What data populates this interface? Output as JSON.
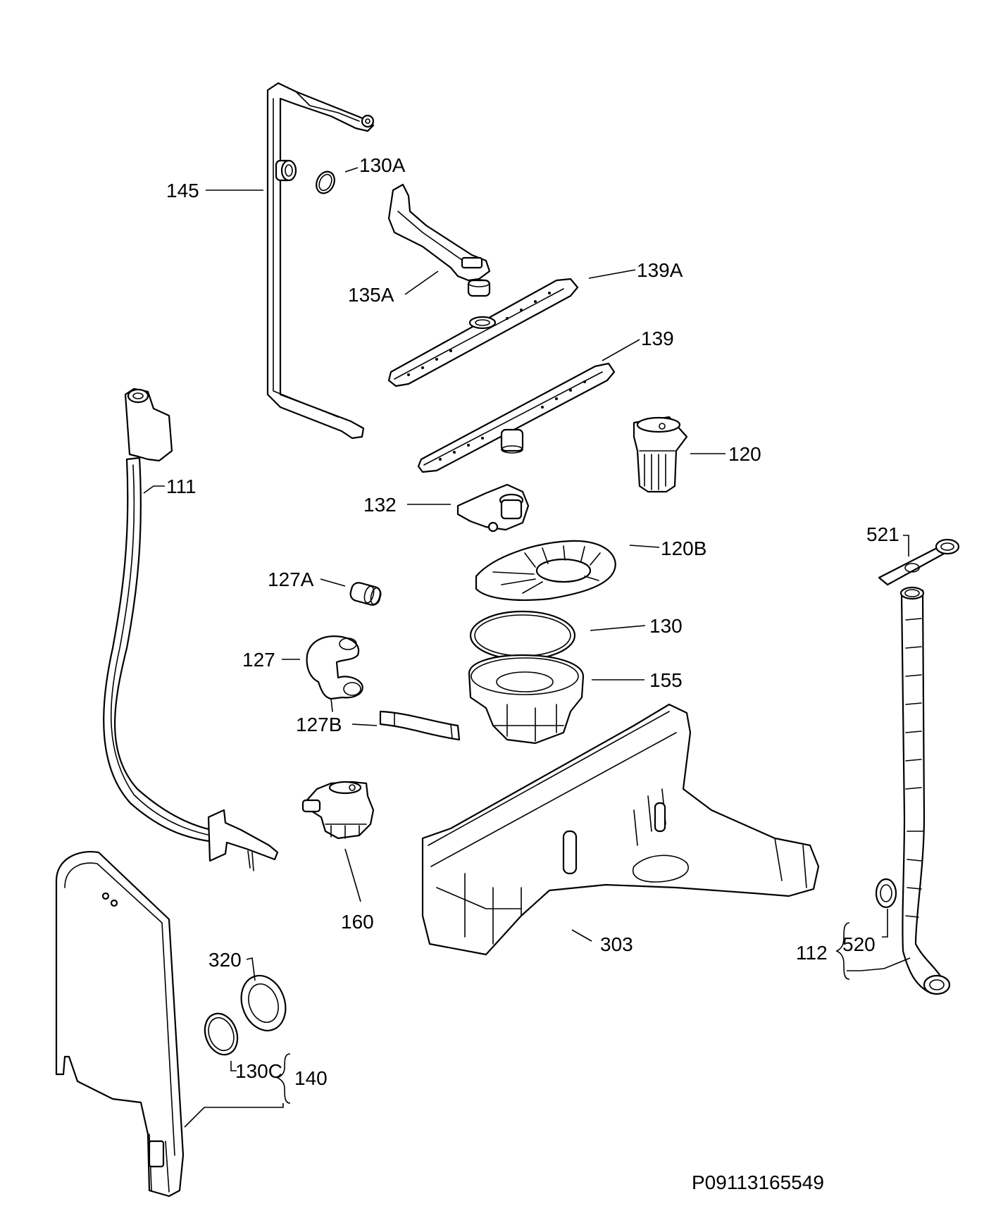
{
  "drawing_code": "P09113165549",
  "parts": [
    {
      "ref": "145"
    },
    {
      "ref": "130A"
    },
    {
      "ref": "135A"
    },
    {
      "ref": "139A"
    },
    {
      "ref": "139"
    },
    {
      "ref": "120"
    },
    {
      "ref": "111"
    },
    {
      "ref": "132"
    },
    {
      "ref": "120B"
    },
    {
      "ref": "127A"
    },
    {
      "ref": "130"
    },
    {
      "ref": "127"
    },
    {
      "ref": "155"
    },
    {
      "ref": "127B"
    },
    {
      "ref": "160"
    },
    {
      "ref": "303"
    },
    {
      "ref": "521"
    },
    {
      "ref": "520"
    },
    {
      "ref": "112"
    },
    {
      "ref": "320"
    },
    {
      "ref": "130C"
    },
    {
      "ref": "140"
    }
  ]
}
